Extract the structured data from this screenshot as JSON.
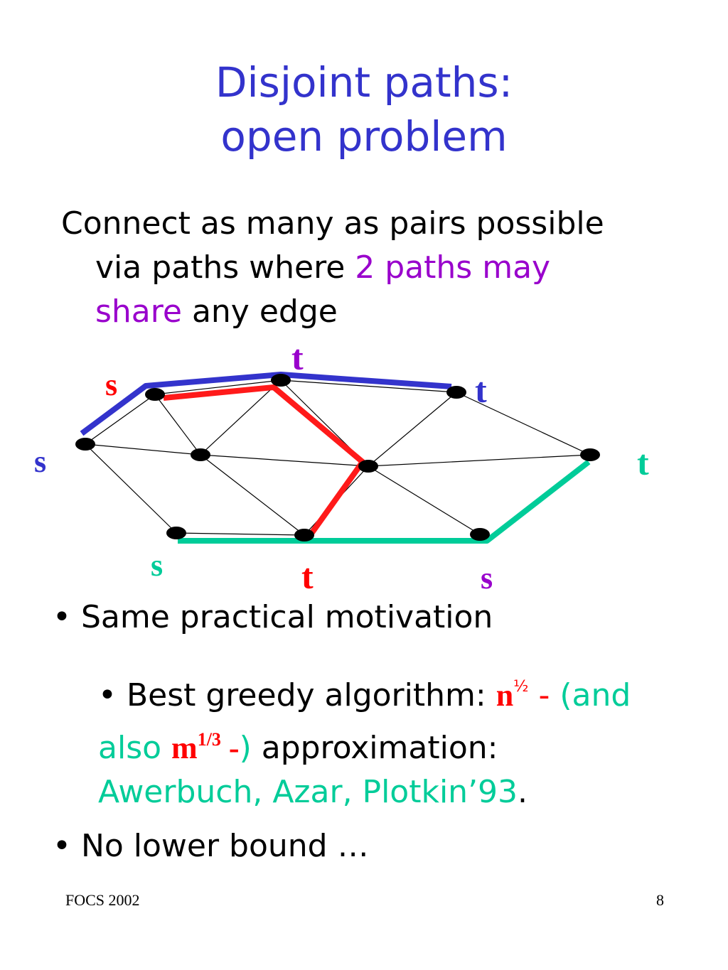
{
  "slide": {
    "title_line1": "Disjoint paths:",
    "title_line2": "open problem"
  },
  "intro": {
    "line1": "Connect as many as pairs possible",
    "line2_a": "via paths where ",
    "line2_b": "2 paths may",
    "line3_a": "share",
    "line3_b": " any edge"
  },
  "graph": {
    "labels": {
      "s_red": "s",
      "s_blue": "s",
      "s_green": "s",
      "s_purple": "s",
      "t_purple": "t",
      "t_blue": "t",
      "t_green": "t",
      "t_red": "t"
    },
    "colors": {
      "blue_path": "#3333cc",
      "red_path": "#ff1a1a",
      "green_path": "#00cc99",
      "purple_label": "#9900cc"
    }
  },
  "bullets": {
    "b1": "Same practical motivation",
    "sub_a": "Best greedy algorithm: ",
    "sub_n": "n",
    "sub_half": "½",
    "sub_dash": " - ",
    "sub_and": "(and",
    "sub_also": "also ",
    "sub_m": "m",
    "sub_third": "1/3",
    "sub_dash2": " -",
    "sub_paren": ")",
    "sub_approx": " approximation:",
    "sub_cite": "Awerbuch, Azar, Plotkin’93",
    "sub_period": ".",
    "b2": "No lower bound …"
  },
  "footer": {
    "left": "FOCS 2002",
    "right": "8"
  }
}
